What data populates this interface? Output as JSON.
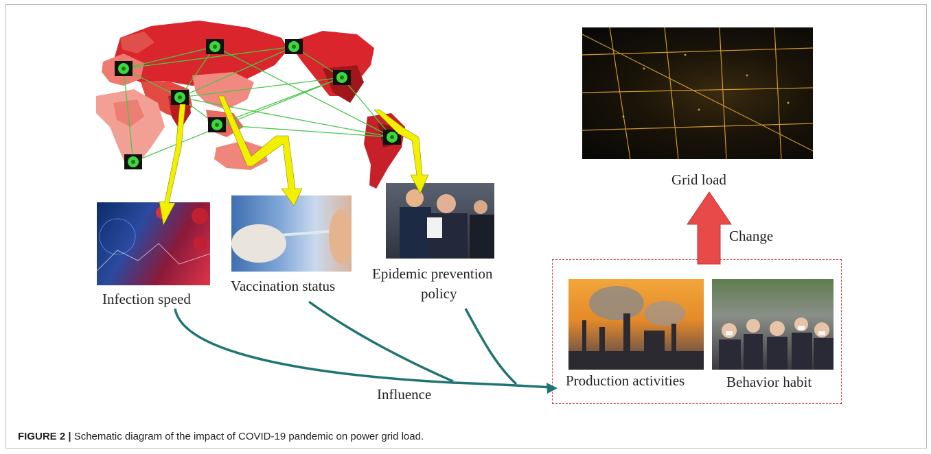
{
  "caption": {
    "label": "FIGURE 2 |",
    "text": " Schematic diagram of the impact of COVID-19 pandemic on power grid load."
  },
  "labels": {
    "grid_load": "Grid load",
    "change": "Change",
    "infection_speed": "Infection speed",
    "vaccination_status": "Vaccination status",
    "epidemic_line1": "Epidemic prevention",
    "epidemic_line2": "policy",
    "production_activities": "Production activities",
    "behavior_habit": "Behavior habit",
    "influence": "Influence"
  },
  "colors": {
    "map_red": "#d9252b",
    "map_light": "#f08a80",
    "network_line": "#46c846",
    "yellow_arrow": "#f2f000",
    "teal_arrow": "#1f7474",
    "red_arrow": "#e84a4a",
    "dash_border": "#d0404a"
  },
  "icons": [
    "virus-icon",
    "city-night-photo",
    "virus-photo",
    "vaccine-photo",
    "press-conference-photo",
    "factory-photo",
    "crowd-photo"
  ]
}
